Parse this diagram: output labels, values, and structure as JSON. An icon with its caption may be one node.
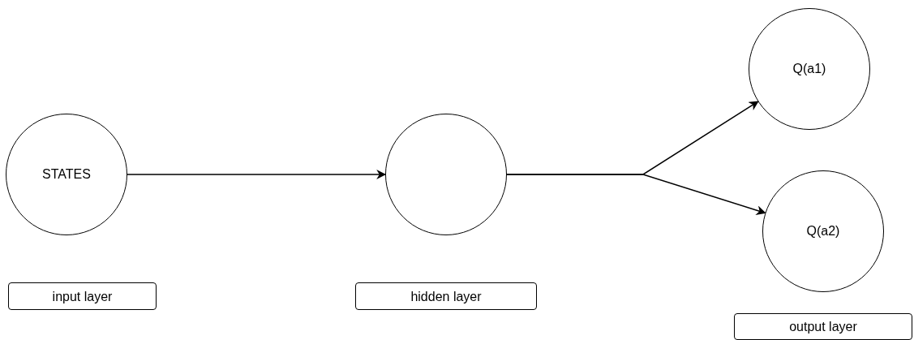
{
  "diagram": {
    "nodes": [
      {
        "text": [
          "STATES"
        ]
      },
      {
        "text": [],
        "shape": "circle"
      },
      {
        "text": [
          "Q(a1)"
        ]
      },
      {
        "text": [
          "Q(a2)"
        ]
      },
      {
        "text": [
          "input layer"
        ]
      },
      {
        "text": [
          "hidden layer"
        ]
      },
      {
        "text": [
          "output layer"
        ]
      }
    ],
    "edges": [
      {
        "from": 0,
        "to": 1,
        "arrow": "to"
      },
      {
        "from": 1,
        "to": 2,
        "arrow": "to"
      },
      {
        "from": 1,
        "to": 3,
        "arrow": "to"
      }
    ]
  }
}
